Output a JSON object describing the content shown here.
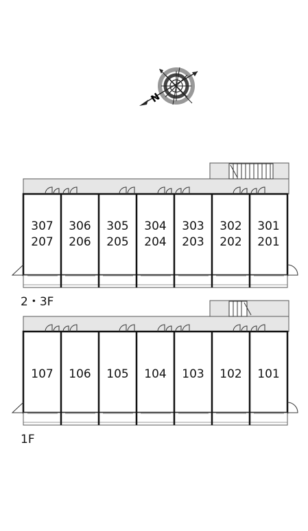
{
  "compass": {
    "north_label": "N",
    "icon": "compass-rose-icon"
  },
  "floors": [
    {
      "label": "2・3F",
      "units": [
        {
          "upper": "307",
          "lower": "207"
        },
        {
          "upper": "306",
          "lower": "206"
        },
        {
          "upper": "305",
          "lower": "205"
        },
        {
          "upper": "304",
          "lower": "204"
        },
        {
          "upper": "303",
          "lower": "203"
        },
        {
          "upper": "302",
          "lower": "202"
        },
        {
          "upper": "301",
          "lower": "201"
        }
      ]
    },
    {
      "label": "1F",
      "units": [
        {
          "upper": "107"
        },
        {
          "upper": "106"
        },
        {
          "upper": "105"
        },
        {
          "upper": "104"
        },
        {
          "upper": "103"
        },
        {
          "upper": "102"
        },
        {
          "upper": "101"
        }
      ]
    }
  ],
  "colors": {
    "corridor": "#e6e6e6",
    "wall": "#111111",
    "line": "#555555"
  }
}
